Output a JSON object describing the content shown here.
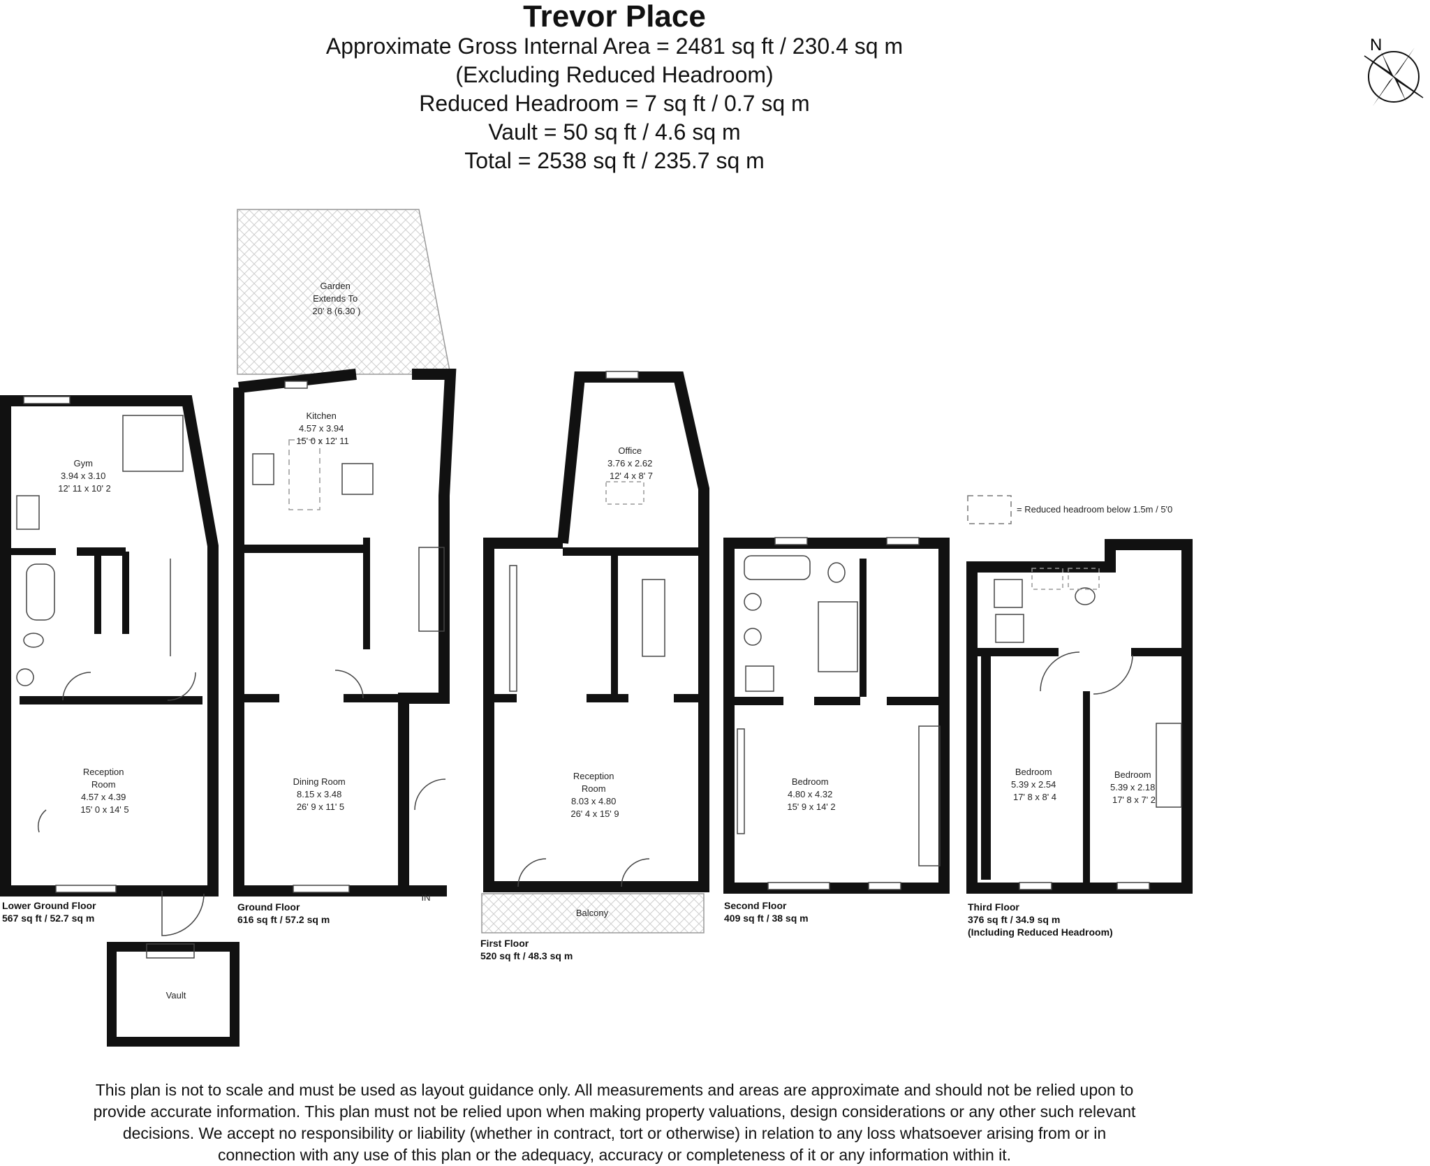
{
  "header": {
    "title": "Trevor Place",
    "lines": [
      "Approximate Gross Internal Area = 2481 sq ft / 230.4 sq m",
      "(Excluding Reduced Headroom)",
      "Reduced Headroom = 7 sq ft / 0.7 sq m",
      "Vault = 50 sq ft / 4.6 sq m",
      "Total = 2538 sq ft / 235.7 sq m"
    ]
  },
  "compass": {
    "north_label": "N"
  },
  "legend": {
    "text": "= Reduced headroom below 1.5m / 5'0"
  },
  "rooms": {
    "gym": [
      "Gym",
      "3.94 x 3.10",
      "12' 11 x 10' 2"
    ],
    "lg_reception": [
      "Reception",
      "Room",
      "4.57 x 4.39",
      "15' 0 x 14' 5"
    ],
    "vault": [
      "Vault"
    ],
    "garden": [
      "Garden",
      "Extends To",
      "20' 8 (6.30 )"
    ],
    "kitchen": [
      "Kitchen",
      "4.57 x 3.94",
      "15' 0 x 12' 11"
    ],
    "dining": [
      "Dining Room",
      "8.15 x 3.48",
      "26' 9 x 11' 5"
    ],
    "office": [
      "Office",
      "3.76 x 2.62",
      "12' 4 x 8' 7"
    ],
    "ff_reception": [
      "Reception",
      "Room",
      "8.03 x 4.80",
      "26' 4 x 15' 9"
    ],
    "balcony": [
      "Balcony"
    ],
    "sf_bedroom": [
      "Bedroom",
      "4.80 x 4.32",
      "15' 9 x 14' 2"
    ],
    "tf_bedroom1": [
      "Bedroom",
      "5.39 x 2.54",
      "17' 8 x 8' 4"
    ],
    "tf_bedroom2": [
      "Bedroom",
      "5.39 x 2.18",
      "17' 8 x 7' 2"
    ],
    "entrance": [
      "IN"
    ]
  },
  "floors": {
    "lower_ground": [
      "Lower Ground Floor",
      "567 sq ft / 52.7 sq m"
    ],
    "ground": [
      "Ground Floor",
      "616 sq ft / 57.2 sq m"
    ],
    "first": [
      "First Floor",
      "520 sq ft / 48.3 sq m"
    ],
    "second": [
      "Second Floor",
      "409 sq ft / 38 sq m"
    ],
    "third": [
      "Third Floor",
      "376 sq ft / 34.9 sq m",
      "(Including Reduced Headroom)"
    ]
  },
  "disclaimer": [
    "This plan is not to scale and must be used as layout guidance only. All measurements and areas are approximate and should not be relied upon to",
    "provide accurate information. This plan must not be relied upon when making property valuations, design considerations or any other such relevant",
    "decisions. We accept no responsibility or liability (whether in contract, tort or otherwise) in relation to any loss whatsoever arising from or in",
    "connection with any use of this plan or the adequacy, accuracy or completeness of it or any information within it."
  ]
}
